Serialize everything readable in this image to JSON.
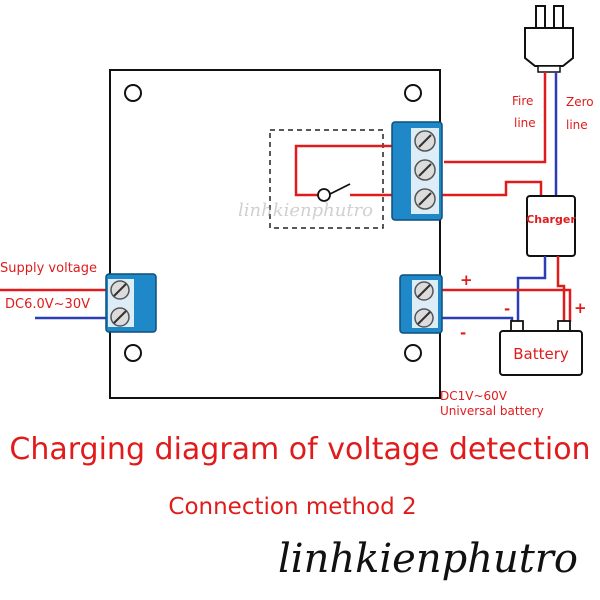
{
  "labels": {
    "fire_line": [
      "Fire",
      "line"
    ],
    "zero_line": [
      "Zero",
      "line"
    ],
    "charger": "Charger",
    "battery": "Battery",
    "plus_top": "+",
    "minus_top": "-",
    "plus_batt": "+",
    "minus_batt": "-",
    "supply_voltage": "Supply voltage",
    "supply_range": "DC6.0V~30V",
    "batt_range": "DC1V~60V",
    "batt_universal": "Universal battery"
  },
  "watermark": "linhkienphutro",
  "title": "Charging diagram of voltage detection",
  "subtitle": "Connection method 2",
  "signature": "linhkienphutro",
  "colors": {
    "red": "#e01b1b",
    "blue": "#2a3fb5",
    "terminal": "#1e88c8"
  }
}
